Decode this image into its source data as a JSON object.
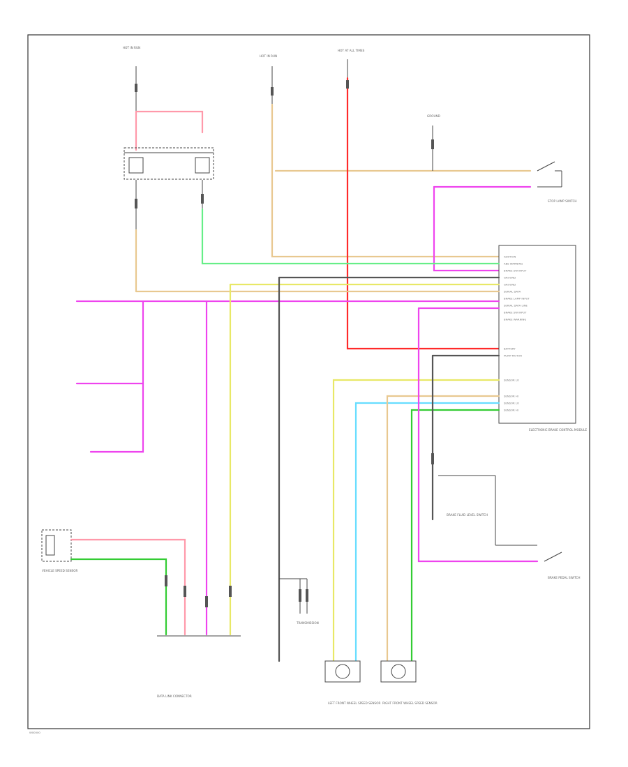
{
  "colors": {
    "red": "#ff2a2a",
    "pink": "#ff99aa",
    "magenta": "#ee44ee",
    "green": "#33cc33",
    "lightgreen": "#66ee88",
    "yellow": "#e8e866",
    "tan": "#e8c890",
    "orange": "#ddbb66",
    "cyan": "#66ddff",
    "black": "#333333"
  },
  "labels": {
    "hot_run_top": "HOT IN RUN",
    "hot_run_mid": "HOT IN RUN",
    "hot_at_all_times": "HOT AT ALL TIMES",
    "ground": "GROUND",
    "stop_lamp_switch": "STOP LAMP SWITCH",
    "brake_pedal_switch": "BRAKE PEDAL SWITCH",
    "controller": "ELECTRONIC BRAKE CONTROL MODULE",
    "brake_fluid": "BRAKE FLUID LEVEL SWITCH",
    "vehicle_speed_sensor": "VEHICLE SPEED SENSOR",
    "lf_wheel": "LEFT FRONT WHEEL SPEED SENSOR",
    "rf_wheel": "RIGHT FRONT WHEEL SPEED SENSOR",
    "data_link": "DATA LINK CONNECTOR",
    "transmission": "TRANSMISSION",
    "footer": "W00000"
  },
  "pins": [
    "IGNITION",
    "ABS WARNING",
    "BRAKE SW INPUT",
    "GROUND",
    "GROUND",
    "SERIAL DATA",
    "BRAKE LAMP INPUT",
    "SERIAL DATA LINE",
    "BRAKE SW INPUT",
    "BRAKE WARNING",
    "BATTERY",
    "PUMP MOTOR",
    "SENSOR LO",
    "SENSOR HI",
    "SENSOR LO",
    "SENSOR HI"
  ]
}
